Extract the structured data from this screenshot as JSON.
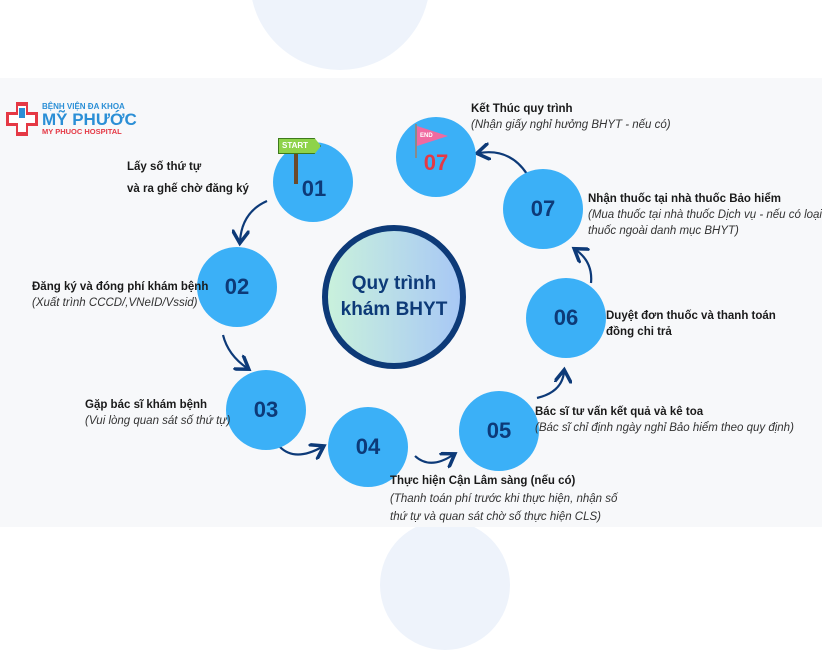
{
  "logo": {
    "line1": "BỆNH VIỆN ĐA KHOA",
    "line2": "MỸ PHƯỚC",
    "line3": "MY PHUOC HOSPITAL"
  },
  "center_title": {
    "line1": "Quy trình",
    "line2": "khám BHYT"
  },
  "start_sign": "START",
  "end_flag": "END",
  "steps": [
    {
      "num": "01",
      "title": "Lấy số thứ tự",
      "title2": "và ra ghế  chờ đăng ký"
    },
    {
      "num": "02",
      "title": "Đăng ký và đóng phí khám bệnh",
      "note": "(Xuất trình CCCD/,VNeID/Vssid)"
    },
    {
      "num": "03",
      "title": "Gặp bác sĩ khám bệnh",
      "note": "(Vui lòng quan sát số thứ tự)"
    },
    {
      "num": "04",
      "title": "Thực hiện Cận Lâm sàng (nếu có)",
      "note": "(Thanh toán phí trước khi thực hiện, nhận số",
      "note2": "thứ tự và quan sát chờ số thực hiện CLS)"
    },
    {
      "num": "05",
      "title": "Bác sĩ tư vấn kết quả và kê toa",
      "note": "(Bác sĩ chỉ định ngày nghỉ Bảo hiểm theo quy định)"
    },
    {
      "num": "06",
      "title": "Duyệt đơn thuốc và thanh toán",
      "title2": "đồng chi trả"
    },
    {
      "num": "07",
      "title": "Nhận thuốc tại nhà thuốc Bảo hiểm",
      "note": "(Mua thuốc tại nhà thuốc Dịch vụ - nếu có loại",
      "note2": "thuốc ngoài danh mục BHYT)"
    },
    {
      "num": "07",
      "title": "Kết Thúc quy trình",
      "note": "(Nhận giấy nghỉ hưởng BHYT - nếu có)"
    }
  ],
  "colors": {
    "circle": "#3bb0f7",
    "navy": "#0d3a78",
    "end_number": "#e53945"
  }
}
